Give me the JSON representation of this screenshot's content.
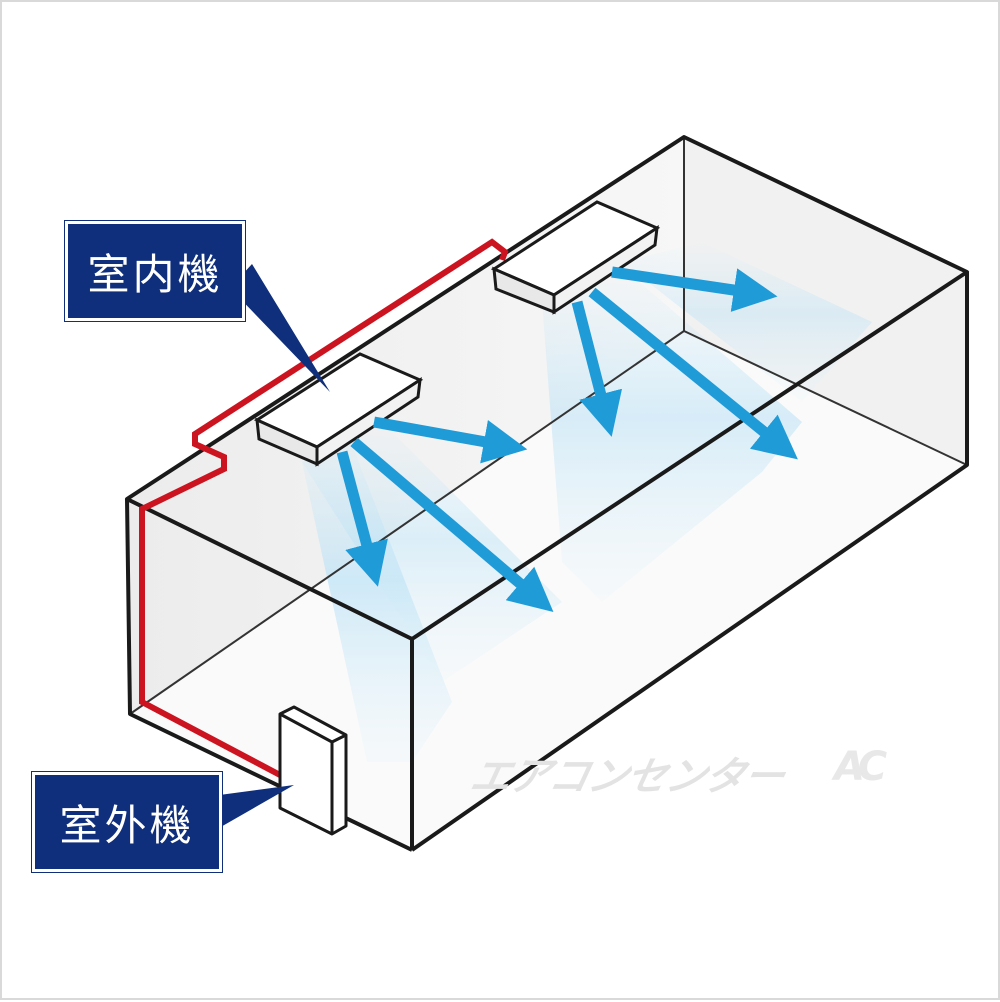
{
  "labels": {
    "indoor_unit": "室内機",
    "outdoor_unit": "室外機"
  },
  "watermark": {
    "text": "エアコンセンター",
    "logo": "AC"
  },
  "colors": {
    "building_line": "#1a1a1a",
    "refrigerant_pipe": "#cc1420",
    "airflow_arrow": "#1f9bd8",
    "callout_bg": "#0f2f7c",
    "callout_text": "#ffffff"
  },
  "icons": {
    "indoor_unit": "ceiling-cassette-unit",
    "outdoor_unit": "outdoor-condenser-unit",
    "airflow": "airflow-arrow",
    "pipe": "refrigerant-pipe"
  }
}
